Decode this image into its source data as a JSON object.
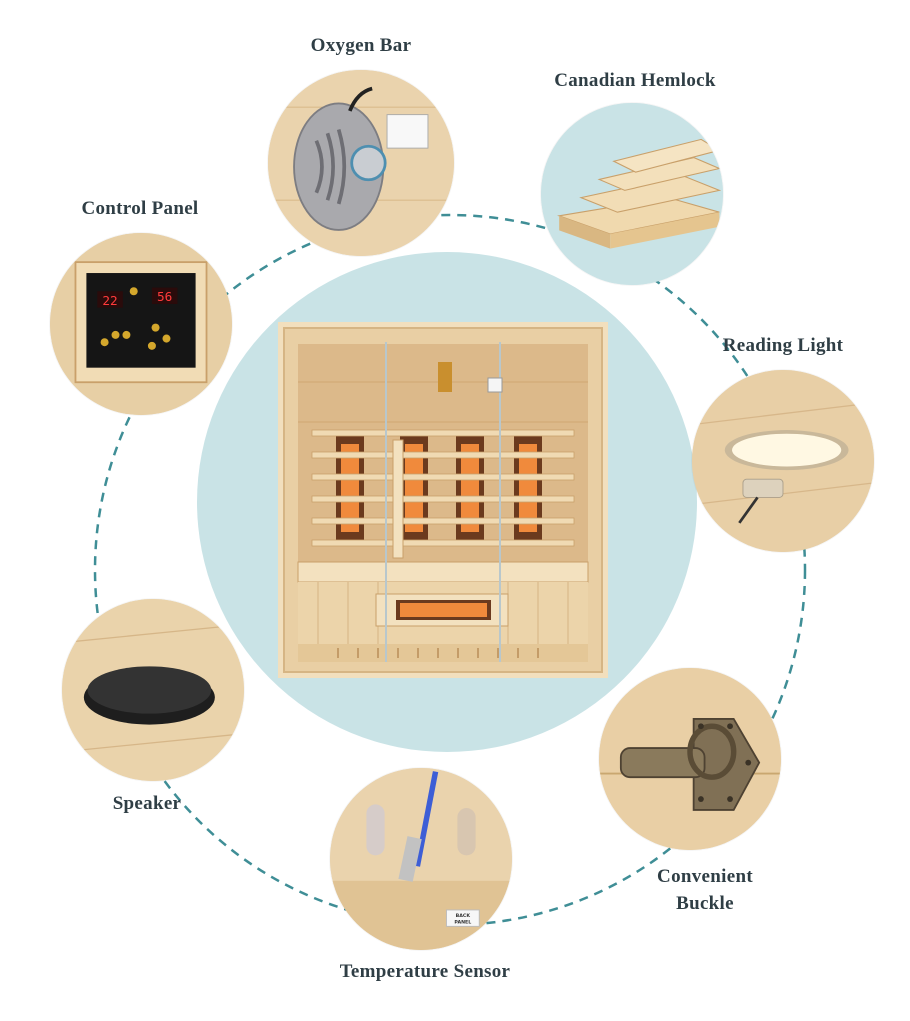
{
  "features": {
    "oxygen_bar": "Oxygen Bar",
    "canadian_hemlock": "Canadian Hemlock",
    "control_panel": "Control Panel",
    "reading_light": "Reading Light",
    "speaker": "Speaker",
    "temperature_sensor": "Temperature Sensor",
    "convenient_buckle_line1": "Convenient",
    "convenient_buckle_line2": "Buckle"
  },
  "control_panel_display": {
    "left": "22",
    "right": "56"
  },
  "sensor_tag": {
    "line1": "BACK",
    "line2": "PANEL"
  },
  "colors": {
    "text": "#2f3e45",
    "ring": "#3f8e96",
    "hero_background": "#c9e3e6",
    "wood": "#e6cfa7",
    "heater_glow": "#f08a3c"
  }
}
